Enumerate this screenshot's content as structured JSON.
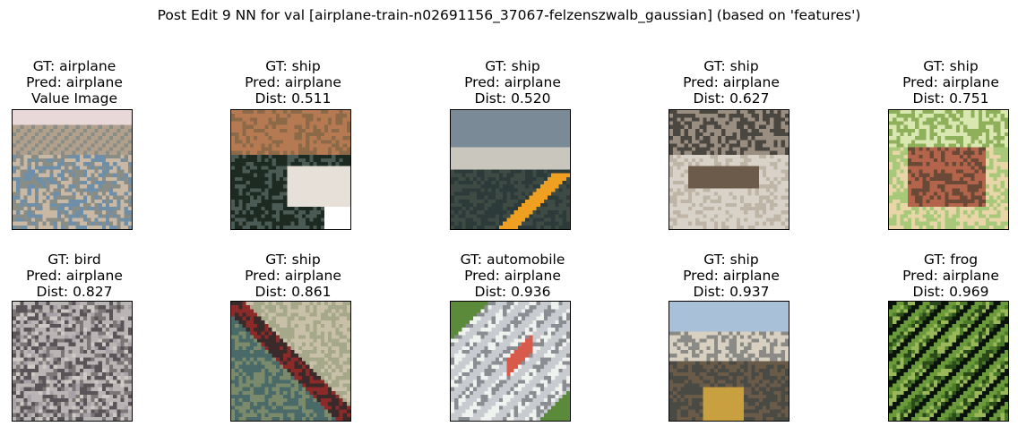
{
  "figure": {
    "suptitle": "Post Edit 9 NN for val [airplane-train-n02691156_37067-felzenszwalb_gaussian] (based on 'features')"
  },
  "panels": [
    {
      "lines": [
        "GT: airplane",
        "Pred: airplane",
        "Value Image"
      ],
      "scene": "airfield",
      "palette": [
        "#e8d8d8",
        "#8a8c86",
        "#c9b9a4",
        "#6f8fa8",
        "#4d4a55",
        "#b0a08c"
      ]
    },
    {
      "lines": [
        "GT: ship",
        "Pred: airplane",
        "Dist: 0.511"
      ],
      "scene": "harbor-boat",
      "palette": [
        "#b57a52",
        "#1d2a22",
        "#e6e0d8",
        "#4a5a55",
        "#8c6a48",
        "#ffffff"
      ]
    },
    {
      "lines": [
        "GT: ship",
        "Pred: airplane",
        "Dist: 0.520"
      ],
      "scene": "kayak-shore",
      "palette": [
        "#7a8a96",
        "#3e4a44",
        "#c9c7bd",
        "#f0a020",
        "#2c3b3a",
        "#a4a6a0"
      ]
    },
    {
      "lines": [
        "GT: ship",
        "Pred: airplane",
        "Dist: 0.627"
      ],
      "scene": "rowboat",
      "palette": [
        "#d8d2c8",
        "#4a4640",
        "#9a8e80",
        "#6c5a4a",
        "#e9e6df",
        "#bfb5a6"
      ]
    },
    {
      "lines": [
        "GT: ship",
        "Pred: airplane",
        "Dist: 0.751"
      ],
      "scene": "wooden-boat",
      "palette": [
        "#8fb05a",
        "#b4644a",
        "#d9e8b0",
        "#6a4a36",
        "#a9c97a",
        "#e8d6a8"
      ]
    },
    {
      "lines": [
        "GT: bird",
        "Pred: airplane",
        "Dist: 0.827"
      ],
      "scene": "flock",
      "palette": [
        "#b9b5b4",
        "#7c7676",
        "#a8a2a8",
        "#5a5458",
        "#cfc9c6",
        "#8a8a96"
      ]
    },
    {
      "lines": [
        "GT: ship",
        "Pred: airplane",
        "Dist: 0.861"
      ],
      "scene": "diagonal-ship",
      "palette": [
        "#7a8a6a",
        "#3a2a2a",
        "#a6a88a",
        "#8c2a2a",
        "#4a6a6a",
        "#c8c0a8"
      ]
    },
    {
      "lines": [
        "GT: automobile",
        "Pred: airplane",
        "Dist: 0.936"
      ],
      "scene": "car-road",
      "palette": [
        "#5a8a3a",
        "#c8ccd0",
        "#8a8e92",
        "#d85a4a",
        "#f0f2f0",
        "#3a3e42"
      ]
    },
    {
      "lines": [
        "GT: ship",
        "Pred: airplane",
        "Dist: 0.937"
      ],
      "scene": "docks",
      "palette": [
        "#a8c0d8",
        "#6a5a48",
        "#d8d0c0",
        "#c8a040",
        "#8a8a86",
        "#4a4a44"
      ]
    },
    {
      "lines": [
        "GT: frog",
        "Pred: airplane",
        "Dist: 0.969"
      ],
      "scene": "stripes",
      "palette": [
        "#2a4a1a",
        "#6a9a3a",
        "#0a140a",
        "#9ab85a",
        "#4a7a2a",
        "#c8d8a0"
      ]
    }
  ]
}
